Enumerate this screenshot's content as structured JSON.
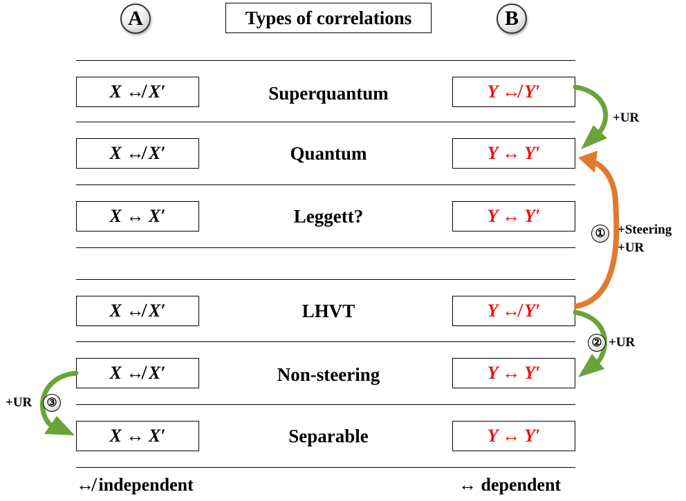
{
  "header": {
    "label_a": "A",
    "title": "Types of correlations",
    "label_b": "B"
  },
  "rows": [
    {
      "name": "Superquantum",
      "left": "X ↮ X′",
      "right": "Y ↮ Y′"
    },
    {
      "name": "Quantum",
      "left": "X ↮ X′",
      "right": "Y ↔ Y′"
    },
    {
      "name": "Leggett?",
      "left": "X ↔ X′",
      "right": "Y ↔ Y′"
    },
    {
      "name": "LHVT",
      "left": "X ↮ X′",
      "right": "Y ↮ Y′"
    },
    {
      "name": "Non-steering",
      "left": "X ↮ X′",
      "right": "Y ↔ Y′"
    },
    {
      "name": "Separable",
      "left": "X ↔ X′",
      "right": "Y ↔ Y′"
    }
  ],
  "arrows": {
    "superquantum_to_quantum": {
      "label": "+UR"
    },
    "lhvt_to_quantum": {
      "step": "①",
      "label_line1": "+Steering",
      "label_line2": "+UR"
    },
    "lhvt_to_nonsteering": {
      "step": "②",
      "label": "+UR"
    },
    "nonsteering_to_separable": {
      "step": "③",
      "label": "+UR"
    }
  },
  "legend": {
    "independent": "↮ independent",
    "dependent": "↔ dependent"
  },
  "colors": {
    "green_arrow": "#6aa33a",
    "orange_arrow": "#e07a30",
    "dependent_text": "#ee1111"
  }
}
